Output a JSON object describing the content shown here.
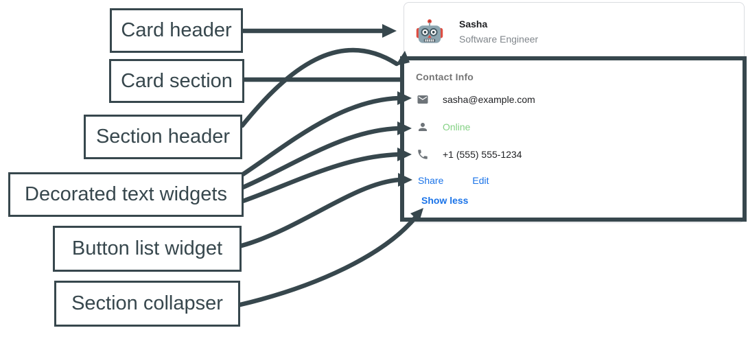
{
  "palette": {
    "annotation": "#37474d",
    "card_border": "#dadce0",
    "link_blue": "#1a73e8",
    "online_green": "#84d184",
    "muted_gray": "#757575"
  },
  "diagram_labels": {
    "card_header": "Card header",
    "card_section": "Card section",
    "section_header": "Section header",
    "decorated_text_widgets": "Decorated text widgets",
    "button_list_widget": "Button list widget",
    "section_collapser": "Section collapser"
  },
  "card": {
    "header": {
      "title": "Sasha",
      "subtitle": "Software Engineer",
      "avatar_icon": "robot-avatar"
    },
    "section": {
      "header": "Contact Info",
      "widgets": [
        {
          "icon": "email-icon",
          "text": "sasha@example.com"
        },
        {
          "icon": "person-icon",
          "text": "Online"
        },
        {
          "icon": "phone-icon",
          "text": "+1 (555) 555-1234"
        }
      ],
      "buttons": [
        {
          "label": "Share"
        },
        {
          "label": "Edit"
        }
      ],
      "collapser_label": "Show less"
    }
  }
}
